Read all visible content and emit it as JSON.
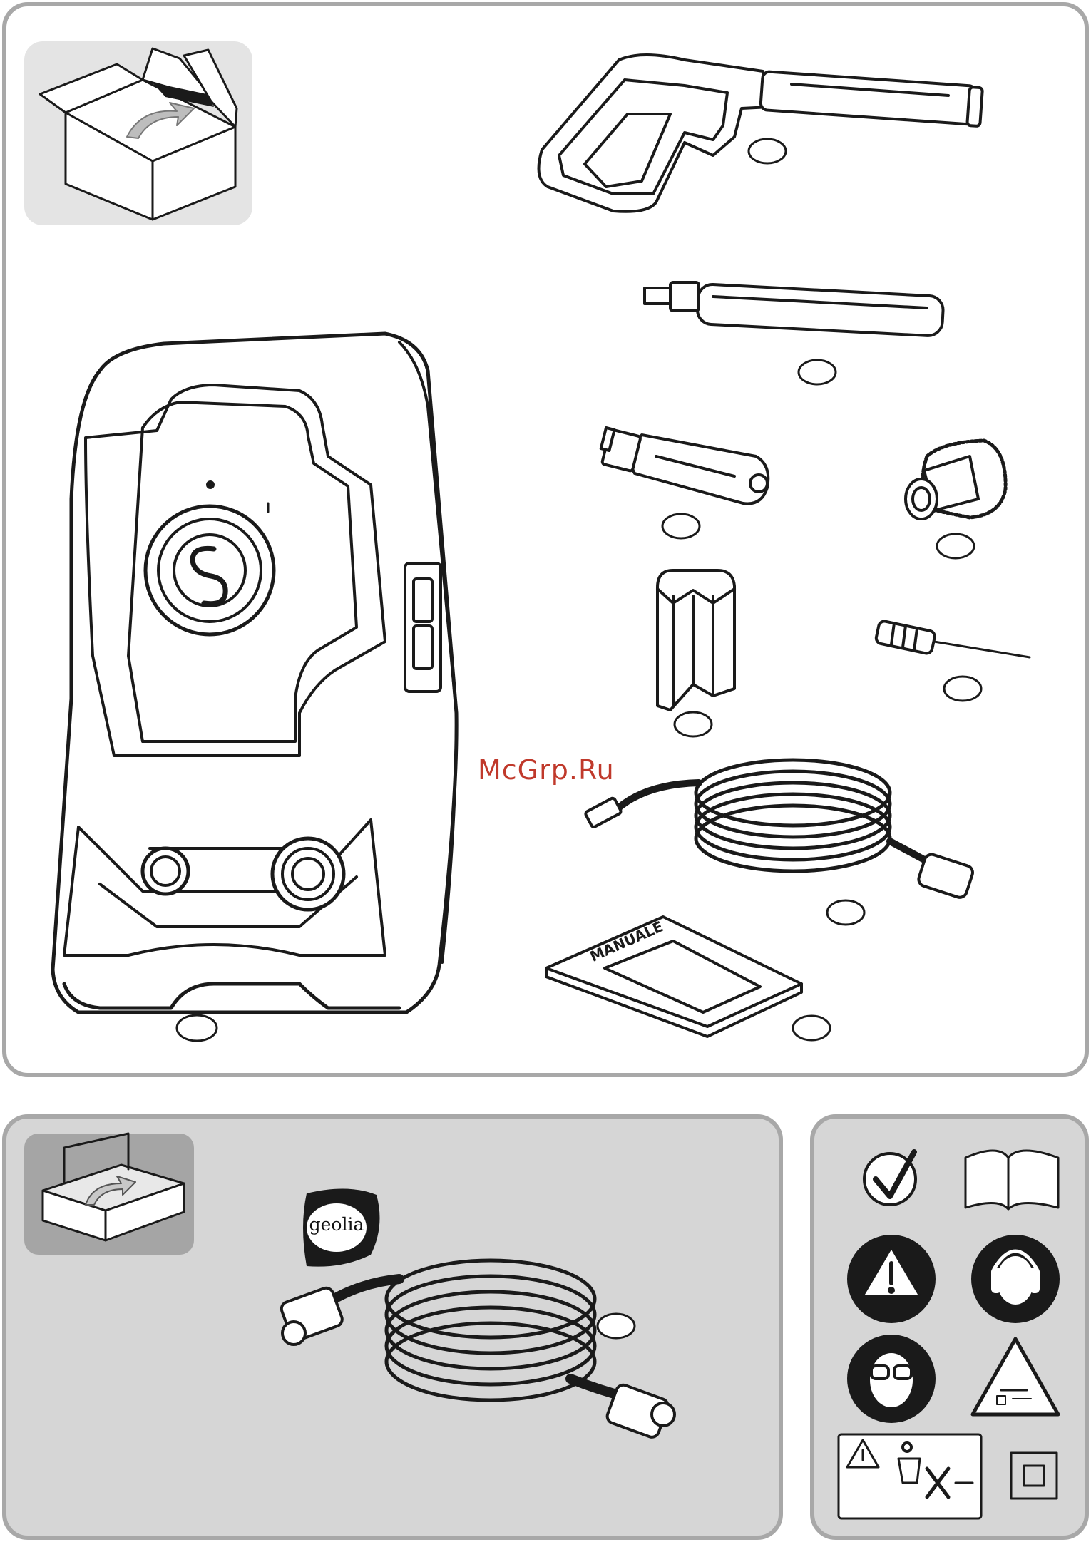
{
  "watermark": "McGrp.Ru",
  "manual_label": "MANUALE",
  "brand_logo": "geolia",
  "icons": {
    "unpack": "open-box-icon",
    "accessory": "planks-icon",
    "check": "checkmark-icon",
    "manual": "open-book-icon",
    "warning": "warning-triangle-icon",
    "ear": "ear-protection-icon",
    "eye": "eye-protection-icon",
    "spray": "spray-hazard-icon",
    "do_not_spray": "no-spray-people-icon",
    "double_insulation": "double-insulation-icon"
  },
  "colors": {
    "panel_border": "#a8a8a8",
    "panel_fill": "#d6d6d6",
    "line": "#1a1a1a",
    "watermark": "#c0392b"
  }
}
